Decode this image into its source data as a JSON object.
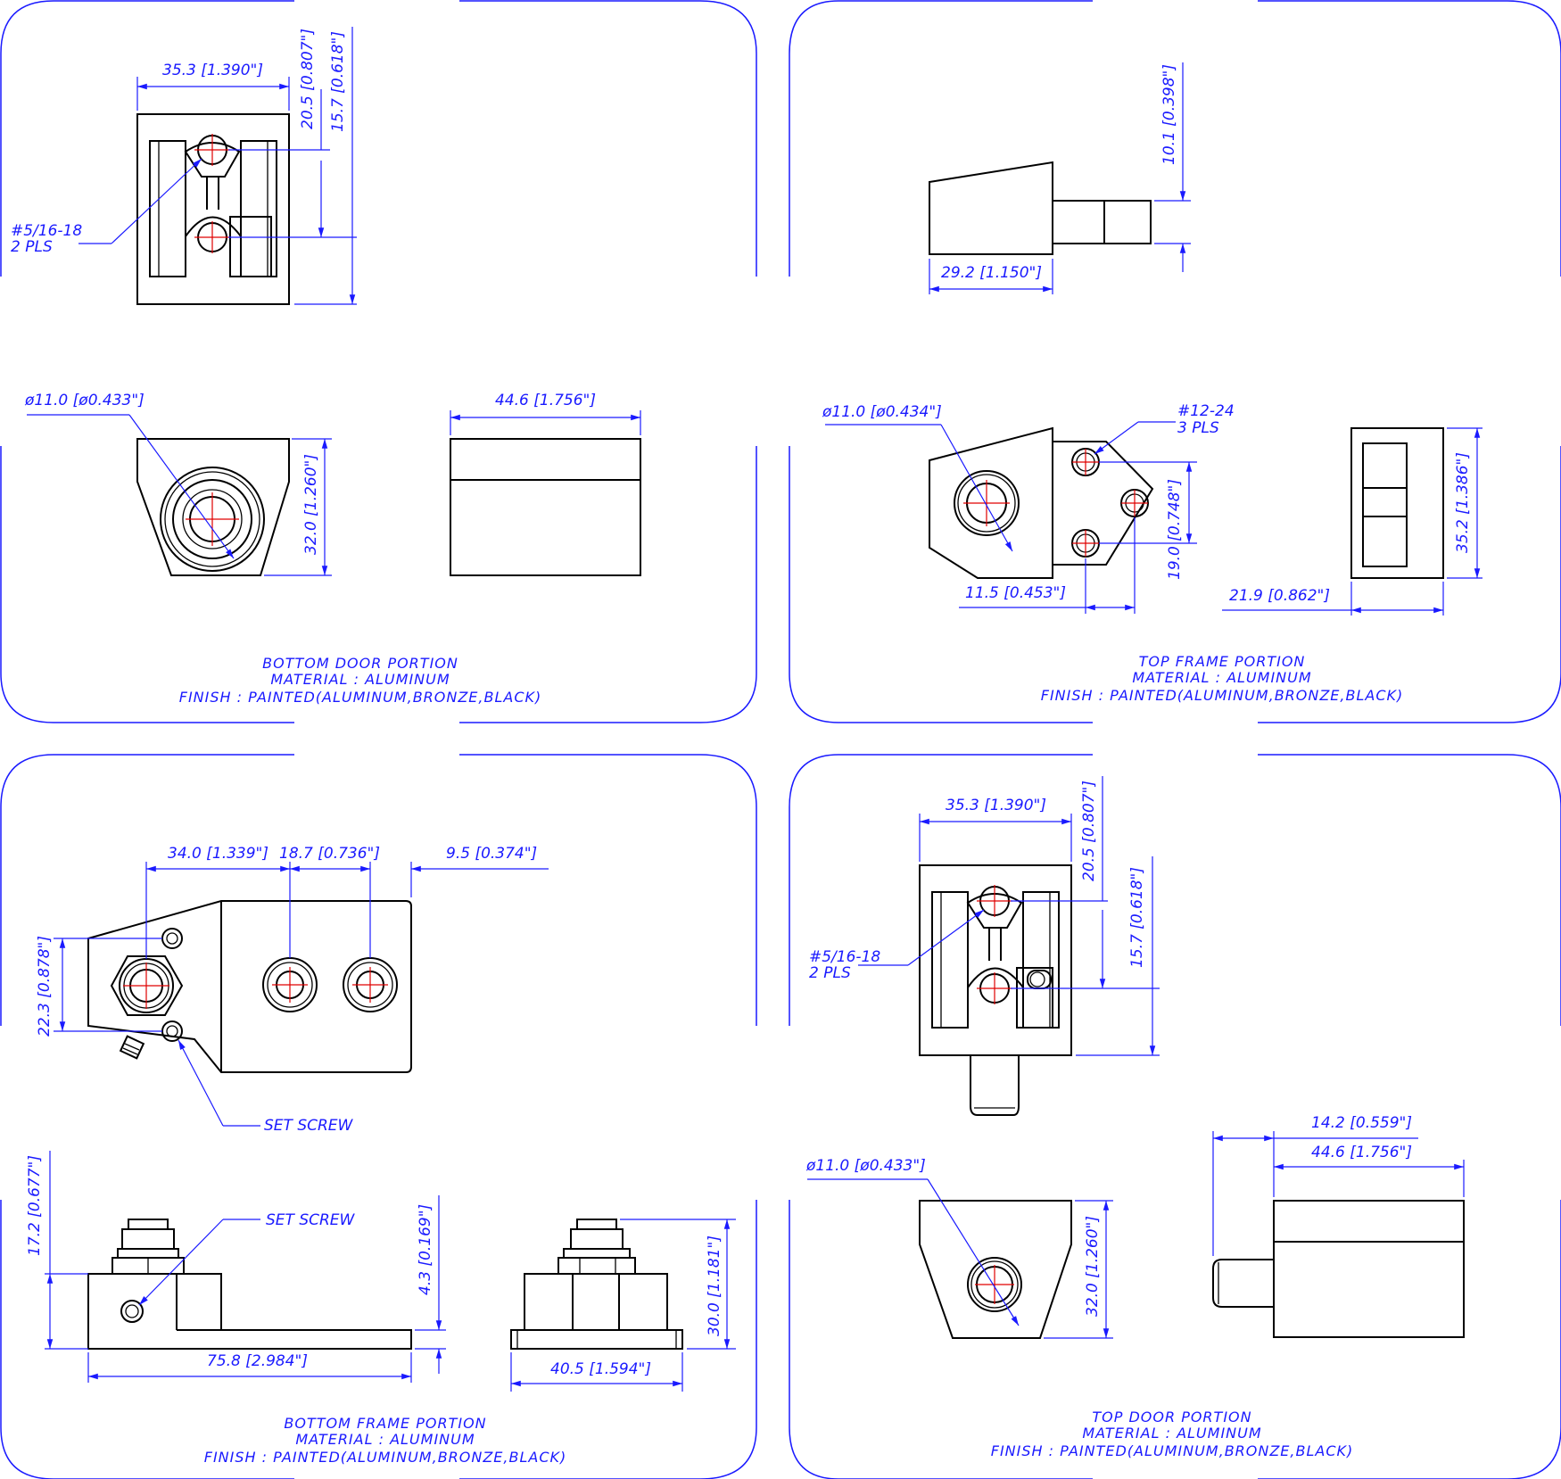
{
  "colors": {
    "dimension": "#1a1aff",
    "outline": "#000000",
    "centerline": "#e00000",
    "background": "#ffffff"
  },
  "panels": {
    "bottom_door": {
      "caption": {
        "title": "BOTTOM DOOR PORTION",
        "material": "MATERIAL : ALUMINUM",
        "finish": "FINISH : PAINTED(ALUMINUM,BRONZE,BLACK)"
      },
      "dims": {
        "width": "35.3 [1.390\"]",
        "h1": "20.5 [0.807\"]",
        "h2": "15.7 [0.618\"]",
        "thread": "#5/16-18",
        "thread_qty": "2 PLS",
        "bore": "ø11.0 [ø0.433\"]",
        "side_h": "32.0 [1.260\"]",
        "side_w": "44.6 [1.756\"]"
      }
    },
    "top_frame": {
      "caption": {
        "title": "TOP FRAME PORTION",
        "material": "MATERIAL : ALUMINUM",
        "finish": "FINISH : PAINTED(ALUMINUM,BRONZE,BLACK)"
      },
      "dims": {
        "pin_h": "10.1 [0.398\"]",
        "body_w": "29.2 [1.150\"]",
        "bore": "ø11.0 [ø0.434\"]",
        "thread": "#12-24",
        "thread_qty": "3 PLS",
        "hole_span": "19.0 [0.748\"]",
        "hole_off": "11.5 [0.453\"]",
        "side_w": "21.9 [0.862\"]",
        "side_h": "35.2 [1.386\"]"
      }
    },
    "bottom_frame": {
      "caption": {
        "title": "BOTTOM FRAME PORTION",
        "material": "MATERIAL : ALUMINUM",
        "finish": "FINISH : PAINTED(ALUMINUM,BRONZE,BLACK)"
      },
      "dims": {
        "d1": "34.0 [1.339\"]",
        "d2": "18.7 [0.736\"]",
        "d3": "9.5 [0.374\"]",
        "h": "22.3 [0.878\"]",
        "set_screw_1": "SET SCREW",
        "set_screw_2": "SET SCREW",
        "stud_h": "17.2 [0.677\"]",
        "plate_t": "4.3 [0.169\"]",
        "length": "75.8 [2.984\"]",
        "end_h": "30.0 [1.181\"]",
        "end_w": "40.5 [1.594\"]"
      }
    },
    "top_door": {
      "caption": {
        "title": "TOP DOOR PORTION",
        "material": "MATERIAL : ALUMINUM",
        "finish": "FINISH : PAINTED(ALUMINUM,BRONZE,BLACK)"
      },
      "dims": {
        "width": "35.3 [1.390\"]",
        "h1": "20.5 [0.807\"]",
        "h2": "15.7 [0.618\"]",
        "thread": "#5/16-18",
        "thread_qty": "2 PLS",
        "bore": "ø11.0 [ø0.433\"]",
        "side_h": "32.0 [1.260\"]",
        "pin_w": "14.2 [0.559\"]",
        "side_w": "44.6 [1.756\"]"
      }
    }
  }
}
